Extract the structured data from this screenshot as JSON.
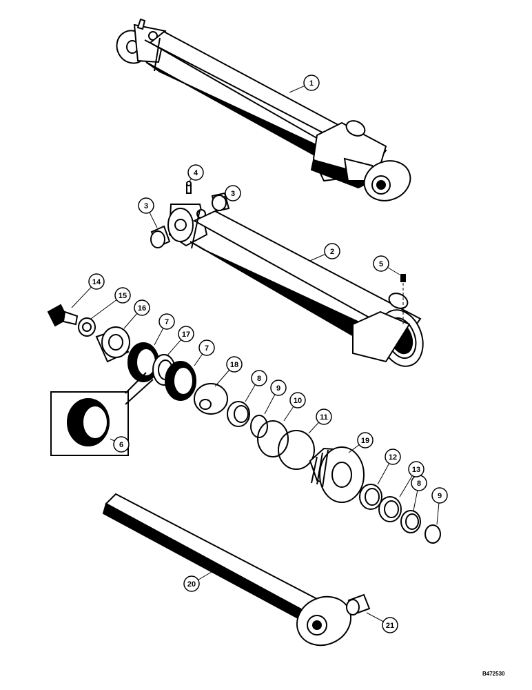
{
  "diagram": {
    "part_numbers": [
      "1",
      "2",
      "3",
      "3",
      "4",
      "5",
      "6",
      "7",
      "7",
      "8",
      "8",
      "9",
      "9",
      "10",
      "11",
      "12",
      "13",
      "14",
      "15",
      "16",
      "17",
      "18",
      "19",
      "20",
      "21"
    ],
    "reference_code": "B472530"
  },
  "colors": {
    "ink": "#000000",
    "paper": "#ffffff"
  }
}
